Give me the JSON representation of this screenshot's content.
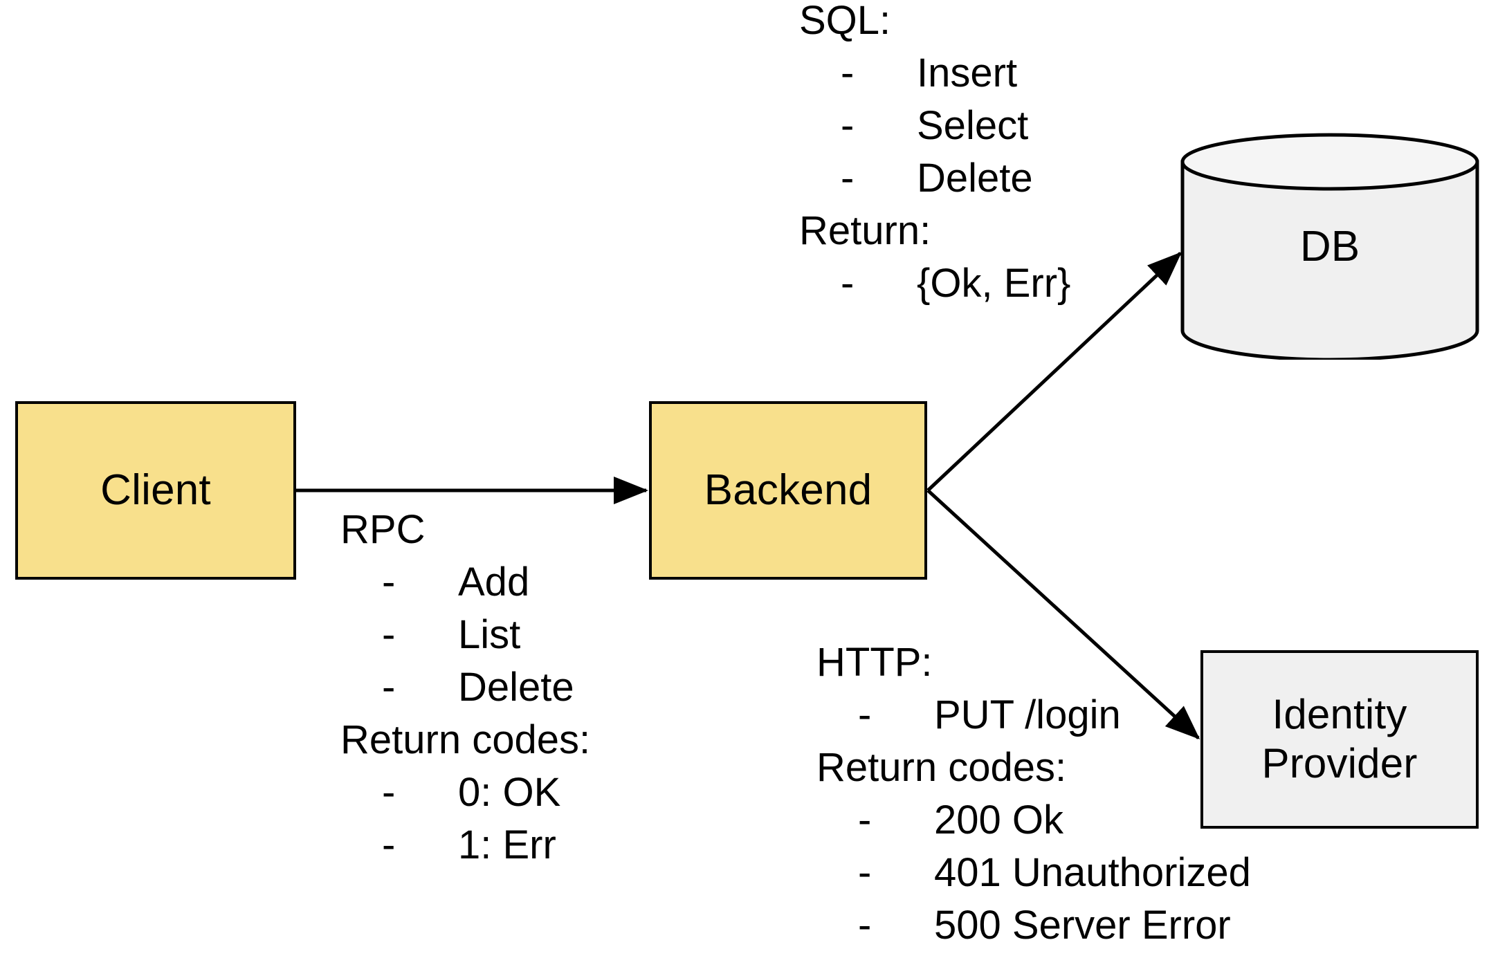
{
  "diagram": {
    "title": "Client / Backend / DB / Identity Provider architecture",
    "colors": {
      "node_yellow": "#F8E08C",
      "node_gray": "#F0F0F0",
      "stroke": "#000000",
      "background": "#FFFFFF"
    },
    "nodes": [
      {
        "id": "client",
        "label": "Client",
        "shape": "rectangle",
        "fill": "#F8E08C"
      },
      {
        "id": "backend",
        "label": "Backend",
        "shape": "rectangle",
        "fill": "#F8E08C"
      },
      {
        "id": "db",
        "label": "DB",
        "shape": "cylinder",
        "fill": "#F0F0F0"
      },
      {
        "id": "idp",
        "label": "Identity\nProvider",
        "shape": "rectangle",
        "fill": "#F0F0F0"
      }
    ],
    "edges": [
      {
        "id": "client-to-backend",
        "from": "client",
        "to": "backend",
        "arrow": "end",
        "annotation": "rpc"
      },
      {
        "id": "backend-to-db",
        "from": "backend",
        "to": "db",
        "arrow": "end",
        "annotation": "sql"
      },
      {
        "id": "backend-to-idp",
        "from": "backend",
        "to": "idp",
        "arrow": "end",
        "annotation": "http"
      }
    ],
    "annotations": {
      "sql": {
        "heading": "SQL:",
        "items": [
          "Insert",
          "Select",
          "Delete"
        ],
        "return_heading": "Return:",
        "return_items": [
          "{Ok, Err}"
        ],
        "dash": "-"
      },
      "rpc": {
        "heading": "RPC",
        "items": [
          "Add",
          "List",
          "Delete"
        ],
        "return_heading": "Return codes:",
        "return_items": [
          "0: OK",
          "1: Err"
        ],
        "dash": "-"
      },
      "http": {
        "heading": "HTTP:",
        "items": [
          "PUT /login"
        ],
        "return_heading": "Return codes:",
        "return_items": [
          "200 Ok",
          "401 Unauthorized",
          "500 Server Error"
        ],
        "dash": "-"
      }
    }
  }
}
